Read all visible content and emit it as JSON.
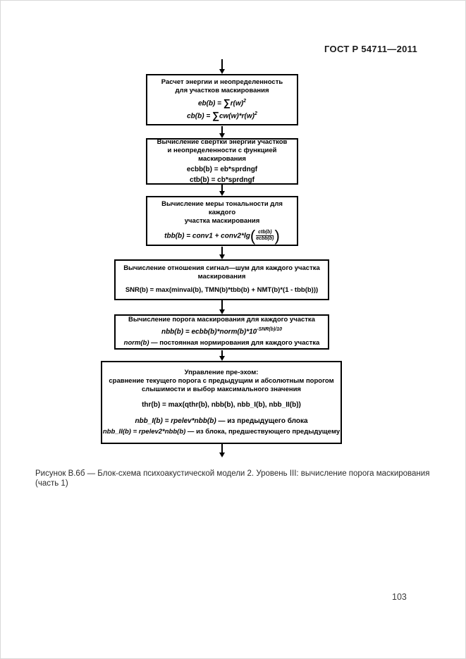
{
  "page": {
    "header": "ГОСТ Р 54711—2011",
    "page_number": "103",
    "caption": "Рисунок В.6б — Блок-схема психоакустической модели 2. Уровень III: вычисление порога маскирования (часть 1)"
  },
  "flowchart": {
    "boxes": [
      {
        "title": [
          "Расчет энергии и неопределенность",
          "для участков маскирования"
        ],
        "formula1": {
          "lhs": "eb(b) = ",
          "sigma": "∑",
          "rest": "r(w)",
          "sup": "2"
        },
        "formula2": {
          "lhs": "cb(b) = ",
          "sigma": "∑",
          "rest": "cw(w)*r(w)",
          "sup": "2"
        }
      },
      {
        "title": [
          "Вычисление свертки энергии участков",
          "и неопределенности с функцией маскирования"
        ],
        "formula1": {
          "base": "ecbb(b) = eb*sprdngf"
        },
        "formula2": {
          "base": "ctb(b) = cb*sprdngf"
        }
      },
      {
        "title": [
          "Вычисление меры тональности для каждого",
          "участка маскирования"
        ],
        "formula_prefix": "tbb(b) = conv1 + conv2*lg",
        "paren_open": "(",
        "paren_close": ")",
        "fraction": {
          "numerator": "ctb(b)",
          "denominator": "ecbb(b)"
        }
      },
      {
        "title": [
          "Вычисление отношения сигнал—шум для каждого участка",
          "маскирования"
        ],
        "formula1": {
          "base": "SNR(b) = max(minval(b), TMN(b)*tbb(b) + NMT(b)*(1 - tbb(b)))"
        }
      },
      {
        "title": [
          "Вычисление порога маскирования для каждого участка"
        ],
        "formula1": {
          "base": "nbb(b) = ecbb(b)*norm(b)*10",
          "sup": "-SNR(b)/10"
        },
        "note": {
          "base": "norm(b)",
          "rest": " — постоянная нормирования для каждого участка"
        }
      },
      {
        "title": [
          "Управление пре-эхом:",
          "сравнение текущего порога с предыдущим и абсолютным порогом",
          "слышимости и выбор максимального значения"
        ],
        "formula1": {
          "base": "thr(b) = max(qthr(b), nbb(b), nbb_I(b), nbb_II(b))"
        },
        "formula2": {
          "base": "nbb_I(b) = rpelev*nbb(b)",
          "rest": " — из предыдущего блока"
        },
        "formula3": {
          "base": "nbb_II(b) = rpelev2*nbb(b)",
          "rest": " — из блока, предшествующего предыдущему"
        }
      }
    ]
  }
}
